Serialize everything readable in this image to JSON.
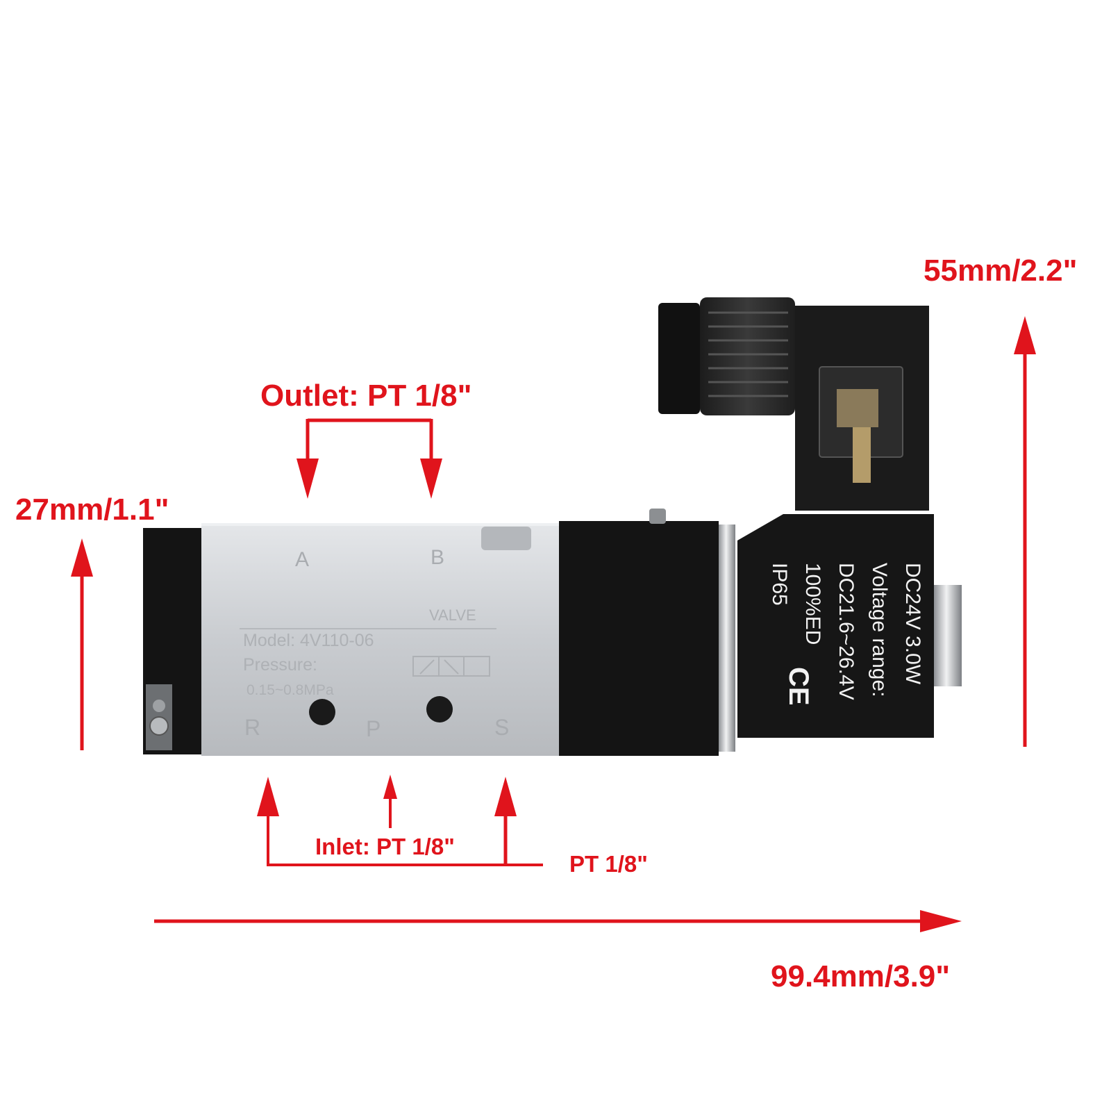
{
  "dimensions": {
    "height_valve": "27mm/1.1\"",
    "height_total": "55mm/2.2\"",
    "length_total": "99.4mm/3.9\"",
    "outlet": "Outlet: PT 1/8\"",
    "inlet": "Inlet: PT 1/8\"",
    "exhaust": "PT 1/8\""
  },
  "valve_body": {
    "port_a": "A",
    "port_b": "B",
    "port_r": "R",
    "port_p": "P",
    "port_s": "S",
    "brand": "VALVE",
    "model": "Model: 4V110-06",
    "pressure_label": "Pressure:",
    "pressure_range": "0.15~0.8MPa"
  },
  "coil_label": {
    "line1": "DC24V   3.0W",
    "line2": "Voltage  range:",
    "line3": "DC21.6~26.4V",
    "line4": "100%ED",
    "line5": "IP65",
    "mark": "CE"
  },
  "colors": {
    "annotation_red": "#e0141c",
    "body_black": "#141414",
    "aluminum": "#c9ccd0",
    "connector_smoke": "#2a2a2a"
  },
  "icons": {
    "up_arrow": "arrow-up-icon",
    "down_arrow": "arrow-down-icon",
    "right_arrow": "arrow-right-icon"
  }
}
